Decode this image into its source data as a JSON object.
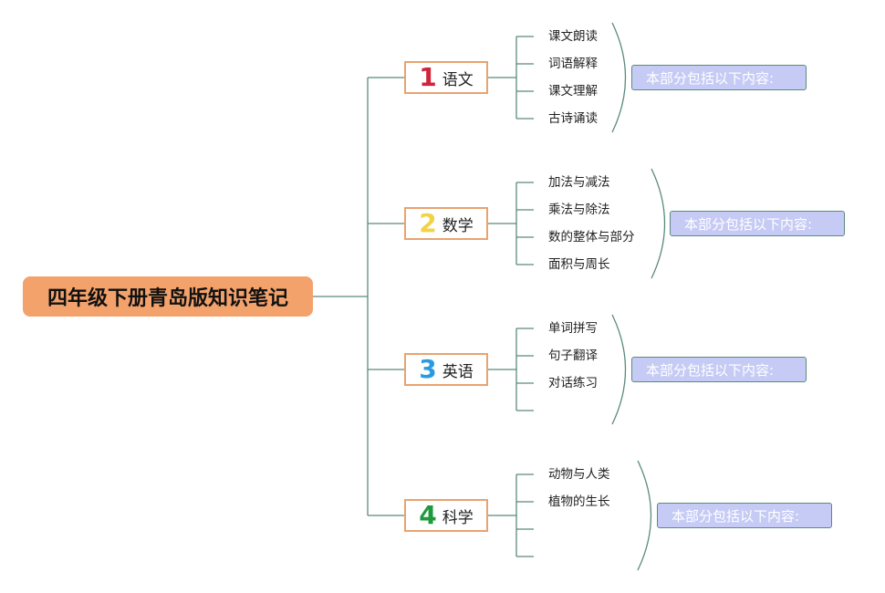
{
  "title": "四年级下册青岛版知识笔记",
  "colors": {
    "line": "#5b8a7c",
    "root_fill": "#f4a26b",
    "branch_border": "#e8a36f",
    "note_fill": "#c6cbf5"
  },
  "branches": [
    {
      "number": "1",
      "label": "语文",
      "number_color": "#d0243a",
      "items": [
        "课文朗读",
        "词语解释",
        "课文理解",
        "古诗诵读"
      ],
      "note": "本部分包括以下内容:"
    },
    {
      "number": "2",
      "label": "数学",
      "number_color": "#f2d246",
      "items": [
        "加法与减法",
        "乘法与除法",
        "数的整体与部分",
        "面积与周长"
      ],
      "note": "本部分包括以下内容:"
    },
    {
      "number": "3",
      "label": "英语",
      "number_color": "#2a9be0",
      "items": [
        "单词拼写",
        "句子翻译",
        "对话练习",
        ""
      ],
      "note": "本部分包括以下内容:"
    },
    {
      "number": "4",
      "label": "科学",
      "number_color": "#1e9a3c",
      "items": [
        "动物与人类",
        "植物的生长",
        "",
        ""
      ],
      "note": "本部分包括以下内容:"
    }
  ]
}
